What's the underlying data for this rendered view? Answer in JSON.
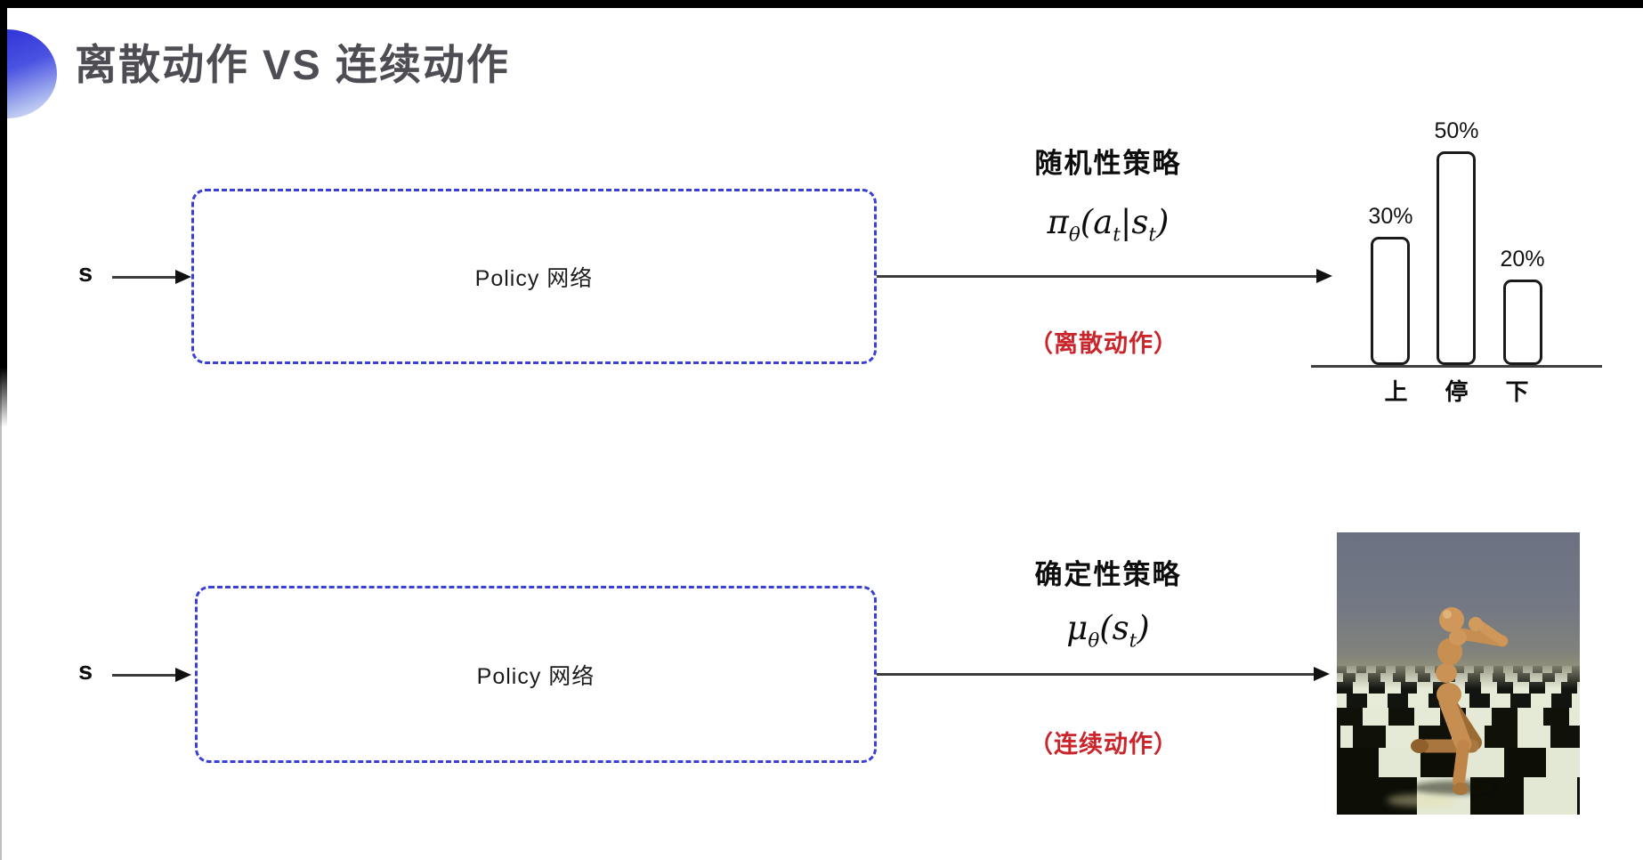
{
  "slide": {
    "title": "离散动作 VS 连续动作"
  },
  "stochastic_row": {
    "input_label": "s",
    "box_label": "Policy 网络",
    "policy_name": "随机性策略",
    "formula": {
      "symbol": "π",
      "symbol_sub": "θ",
      "lparen": "(",
      "arg1": "a",
      "arg1_sub": "t",
      "pipe": "|",
      "arg2": "s",
      "arg2_sub": "t",
      "rparen": ")"
    },
    "action_note": "（离散动作）"
  },
  "deterministic_row": {
    "input_label": "s",
    "box_label": "Policy 网络",
    "policy_name": "确定性策略",
    "formula": {
      "symbol": "μ",
      "symbol_sub": "θ",
      "lparen": "(",
      "arg1": "s",
      "arg1_sub": "t",
      "rparen": ")"
    },
    "action_note": "（连续动作）"
  },
  "chart_data": {
    "type": "bar",
    "categories": [
      "上",
      "停",
      "下"
    ],
    "values": [
      30,
      50,
      20
    ],
    "value_labels": [
      "30%",
      "50%",
      "20%"
    ],
    "title": "",
    "xlabel": "",
    "ylabel": "",
    "ylim": [
      0,
      60
    ],
    "grid": false,
    "legend": false,
    "bar_fill": "#ffffff",
    "bar_outline": "#1a1a1a"
  },
  "sim_image": {
    "name": "mujoco-humanoid-running",
    "floor": "checkerboard",
    "sky_color": "#6e7484"
  },
  "colors": {
    "box_dash_blue": "#3a40d6",
    "note_red": "#c9252b",
    "title_gray": "#4d4d53",
    "arrow_dark": "#3c3c3c",
    "deco_blue": "#3437d8"
  }
}
